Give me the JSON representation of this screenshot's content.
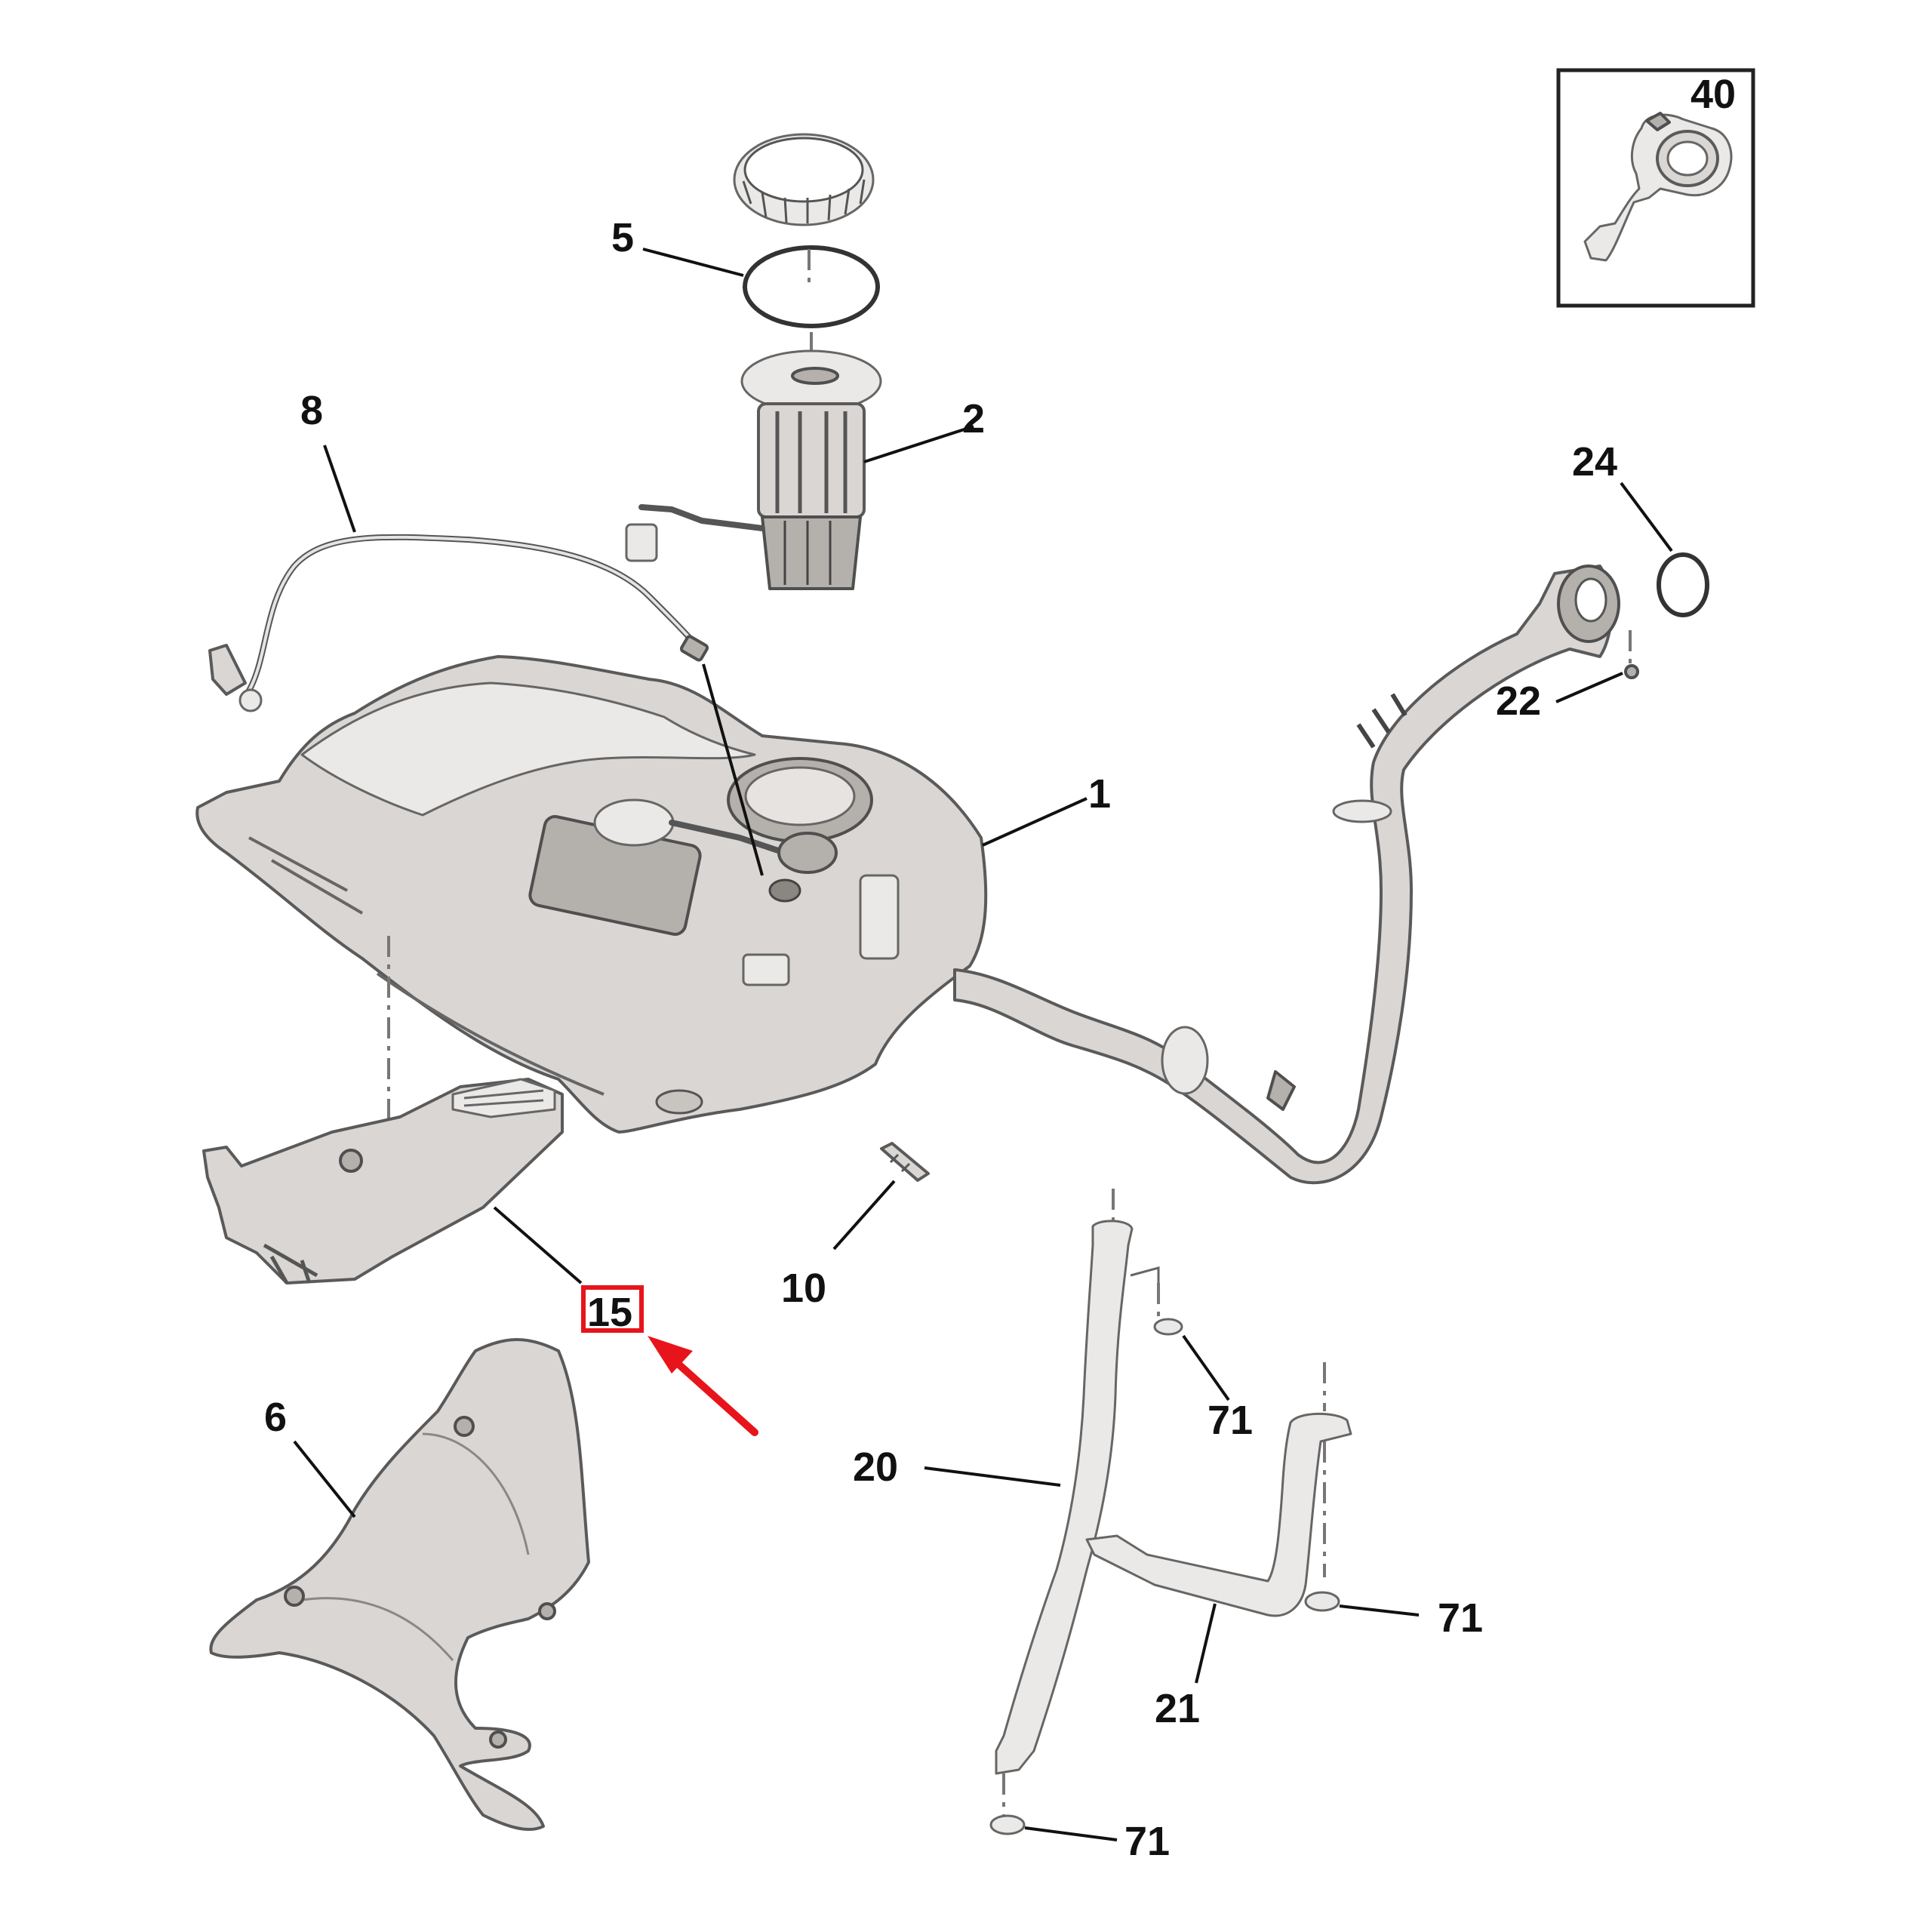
{
  "diagram": {
    "callouts": {
      "c1": "1",
      "c2": "2",
      "c5": "5",
      "c6": "6",
      "c8": "8",
      "c10": "10",
      "c15": "15",
      "c20": "20",
      "c21": "21",
      "c22": "22",
      "c24": "24",
      "c40": "40",
      "c71a": "71",
      "c71b": "71",
      "c71c": "71"
    },
    "highlight": {
      "color": "#e8141b",
      "target": "15"
    }
  }
}
